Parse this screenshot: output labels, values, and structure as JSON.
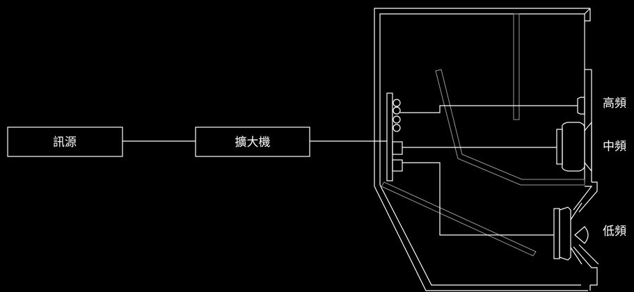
{
  "blocks": {
    "source": "訊源",
    "amplifier": "擴大機"
  },
  "drivers": {
    "tweeter": "高頻",
    "midrange": "中頻",
    "woofer": "低頻"
  },
  "colors": {
    "background": "#000000",
    "line": "#ffffff",
    "panel_outline": "#9a9a9a"
  }
}
